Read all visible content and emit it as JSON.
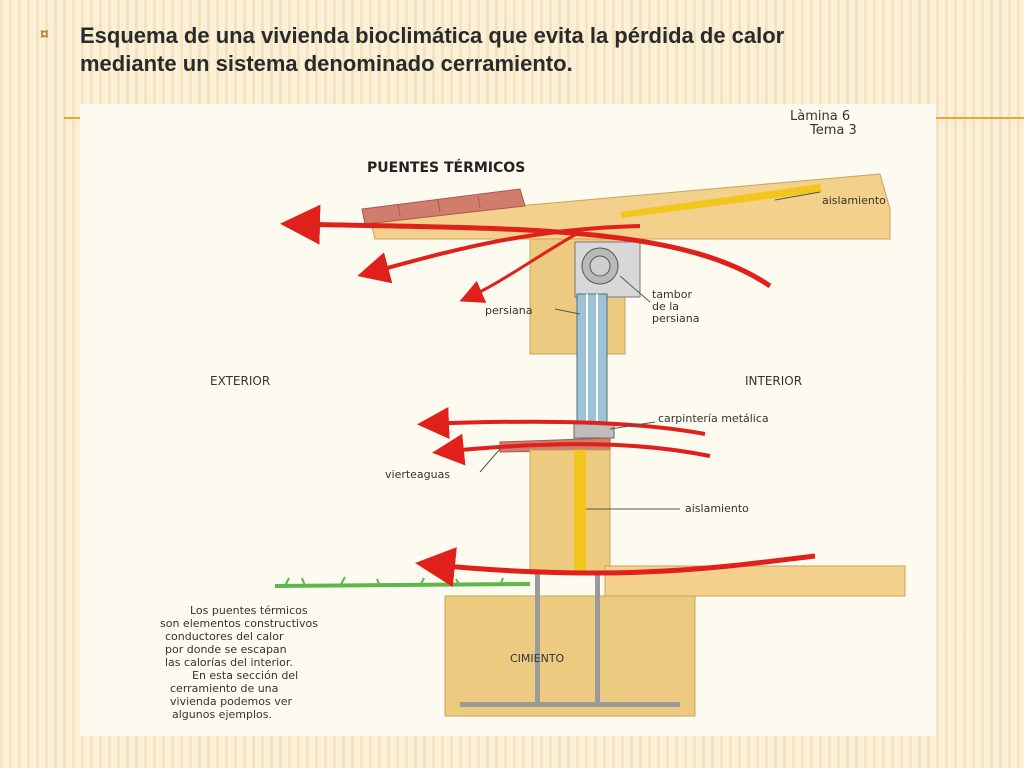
{
  "slide": {
    "bullet": "¤",
    "title": "Esquema de una vivienda bioclimática que evita la pérdida de calor\nmediante un sistema denominado cerramiento."
  },
  "drawing": {
    "sheet_label": "Làmina 6",
    "topic_label": "Tema 3",
    "heading": "PUENTES TÉRMICOS",
    "labels": {
      "roof_insulation": "aislamiento",
      "drum": [
        "tambor",
        "de la",
        "persiana"
      ],
      "shutter": "persiana",
      "exterior": "EXTERIOR",
      "interior": "INTERIOR",
      "frame": "carpintería metálica",
      "sill": "vierteaguas",
      "wall_insulation": "aislamiento",
      "foundation": "CIMIENTO"
    },
    "note": [
      "Los puentes térmicos",
      "son elementos constructivos",
      "conductores del calor",
      "por donde se escapan",
      "las calorías del interior.",
      "En esta sección del",
      "cerramiento de una",
      "vivienda podemos ver",
      "algunos ejemplos."
    ],
    "colors": {
      "wood": "#f3d08c",
      "wall": "#eccb80",
      "roof_tiles": "#d07d6e",
      "insulation": "#f2c61c",
      "arrow": "#e0201b",
      "glass": "#9fc3d6",
      "grass": "#5bb84a"
    }
  }
}
